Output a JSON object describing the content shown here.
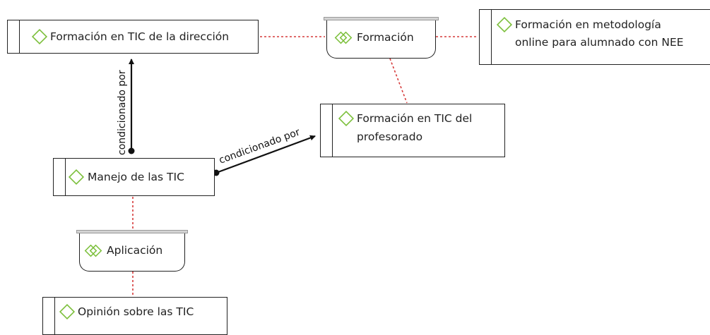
{
  "codes": {
    "direccion": {
      "label": "Formación en TIC de la dirección",
      "icon": "code-diamond-icon"
    },
    "metodologia": {
      "line1": "Formación en metodología",
      "line2": "online para alumnado con NEE",
      "icon": "code-diamond-icon"
    },
    "profesorado": {
      "line1": "Formación en TIC del",
      "line2": "profesorado",
      "icon": "code-diamond-icon"
    },
    "manejo": {
      "label": "Manejo de las TIC",
      "icon": "code-diamond-icon"
    },
    "opinion": {
      "label": "Opinión sobre las TIC",
      "icon": "code-diamond-icon"
    }
  },
  "groups": {
    "formacion": {
      "label": "Formación",
      "icon": "code-group-icon"
    },
    "aplicacion": {
      "label": "Aplicación",
      "icon": "code-group-icon"
    }
  },
  "relations": {
    "manejo_direccion": {
      "label": "condicionado por"
    },
    "manejo_profesorado": {
      "label": "condicionado por"
    }
  },
  "colors": {
    "icon_green": "#7bbf3a",
    "dotted_link": "#d63a3a",
    "border": "#222222"
  }
}
